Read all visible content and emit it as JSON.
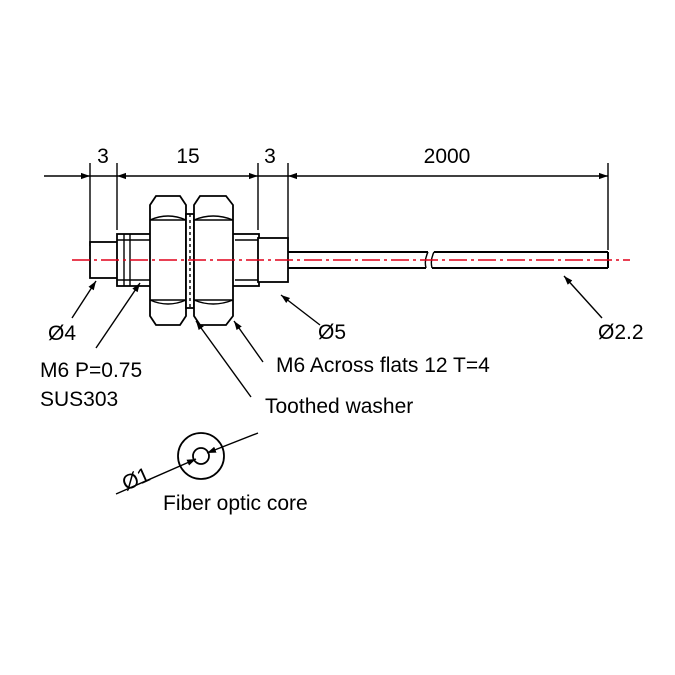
{
  "dimensions": {
    "d_left": "3",
    "d_body": "15",
    "d_right": "3",
    "d_cable": "2000"
  },
  "labels": {
    "tip_diameter": "Ø4",
    "thread": "M6 P=0.75",
    "material": "SUS303",
    "nut": "M6 Across flats 12  T=4",
    "washer": "Toothed washer",
    "sleeve_diameter": "Ø5",
    "cable_diameter": "Ø2.2",
    "core_diameter": "Ø1",
    "core": "Fiber optic core"
  },
  "colors": {
    "centerline": "#e0001a",
    "line": "#000000"
  }
}
